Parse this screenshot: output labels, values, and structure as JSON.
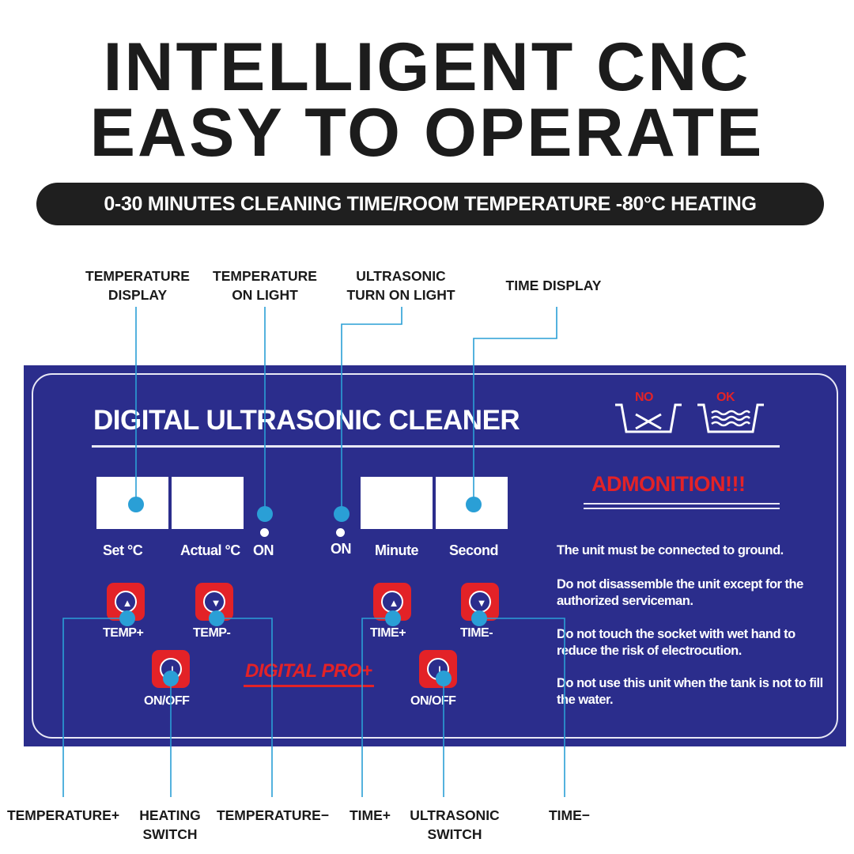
{
  "header": {
    "line1": "INTELLIGENT CNC",
    "line2": "EASY TO OPERATE",
    "subtitle": "0-30 MINUTES CLEANING TIME/ROOM TEMPERATURE -80°C HEATING TEMPERATURE"
  },
  "callouts_top": {
    "temp_display": "TEMPERATURE\nDISPLAY",
    "temp_light": "TEMPERATURE\nON LIGHT",
    "ultra_light": "ULTRASONIC\nTURN ON LIGHT",
    "time_display": "TIME DISPLAY"
  },
  "callouts_bottom": {
    "temp_plus": "TEMPERATURE+",
    "heating_switch": "HEATING\nSWITCH",
    "temp_minus": "TEMPERATURE−",
    "time_plus": "TIME+",
    "ultra_switch": "ULTRASONIC\nSWITCH",
    "time_minus": "TIME−"
  },
  "panel": {
    "title": "DIGITAL ULTRASONIC CLEANER",
    "icon_no": "NO",
    "icon_ok": "OK",
    "labels": {
      "set": "Set °C",
      "actual": "Actual °C",
      "on_left": "ON",
      "on_right": "ON",
      "minute": "Minute",
      "second": "Second"
    },
    "buttons": {
      "temp_plus": "TEMP+",
      "temp_minus": "TEMP-",
      "time_plus": "TIME+",
      "time_minus": "TIME-",
      "onoff_left": "ON/OFF",
      "onoff_right": "ON/OFF"
    },
    "brand": "DIGITAL PRO+",
    "admonition": "ADMONITION!!!",
    "warnings": [
      "The unit must be connected to ground.",
      "Do not disassemble the unit except  for the authorized serviceman.",
      "Do not touch the socket with wet hand to reduce the risk of electrocution.",
      "Do not use this unit when the tank is not to fill the water."
    ]
  },
  "colors": {
    "panel_blue": "#2b2d8c",
    "button_red": "#e32227",
    "callout_cyan": "#2a9fd6",
    "pill_dark": "#1f1f1f"
  }
}
